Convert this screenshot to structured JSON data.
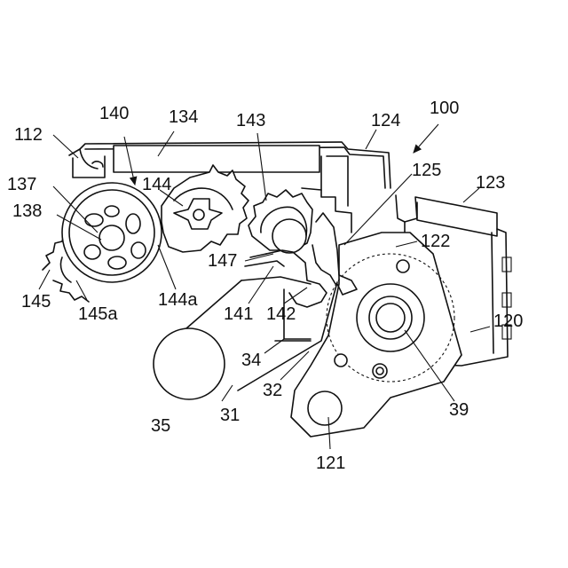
{
  "figure": {
    "labels": [
      {
        "id": "100",
        "text": "100"
      },
      {
        "id": "112",
        "text": "112"
      },
      {
        "id": "140",
        "text": "140"
      },
      {
        "id": "134",
        "text": "134"
      },
      {
        "id": "143",
        "text": "143"
      },
      {
        "id": "124",
        "text": "124"
      },
      {
        "id": "137",
        "text": "137"
      },
      {
        "id": "144",
        "text": "144"
      },
      {
        "id": "125",
        "text": "125"
      },
      {
        "id": "123",
        "text": "123"
      },
      {
        "id": "138",
        "text": "138"
      },
      {
        "id": "122",
        "text": "122"
      },
      {
        "id": "147",
        "text": "147"
      },
      {
        "id": "145",
        "text": "145"
      },
      {
        "id": "145a",
        "text": "145a"
      },
      {
        "id": "144a",
        "text": "144a"
      },
      {
        "id": "141",
        "text": "141"
      },
      {
        "id": "142",
        "text": "142"
      },
      {
        "id": "120",
        "text": "120"
      },
      {
        "id": "34",
        "text": "34"
      },
      {
        "id": "32",
        "text": "32"
      },
      {
        "id": "39",
        "text": "39"
      },
      {
        "id": "35",
        "text": "35"
      },
      {
        "id": "31",
        "text": "31"
      },
      {
        "id": "121",
        "text": "121"
      }
    ]
  }
}
